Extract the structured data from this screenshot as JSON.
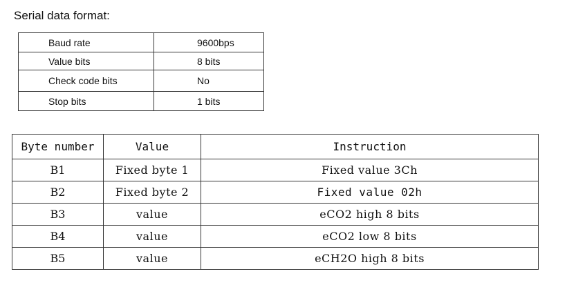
{
  "heading": "Serial data format:",
  "serial_table": {
    "rows": [
      {
        "key": "Baud rate",
        "value": "9600bps"
      },
      {
        "key": "Value bits",
        "value": "8 bits"
      },
      {
        "key": "Check code bits",
        "value": "No"
      },
      {
        "key": "Stop bits",
        "value": "1 bits"
      }
    ]
  },
  "byte_table": {
    "headers": [
      "Byte number",
      "Value",
      "Instruction"
    ],
    "rows": [
      {
        "byte": "B1",
        "value": "Fixed byte 1",
        "instruction": "Fixed value 3Ch"
      },
      {
        "byte": "B2",
        "value": "Fixed byte 2",
        "instruction": "Fixed value 02h"
      },
      {
        "byte": "B3",
        "value": "value",
        "instruction": "eCO2 high 8 bits"
      },
      {
        "byte": "B4",
        "value": "value",
        "instruction": "eCO2 low 8 bits"
      },
      {
        "byte": "B5",
        "value": "value",
        "instruction": "eCH2O high 8 bits"
      }
    ]
  }
}
